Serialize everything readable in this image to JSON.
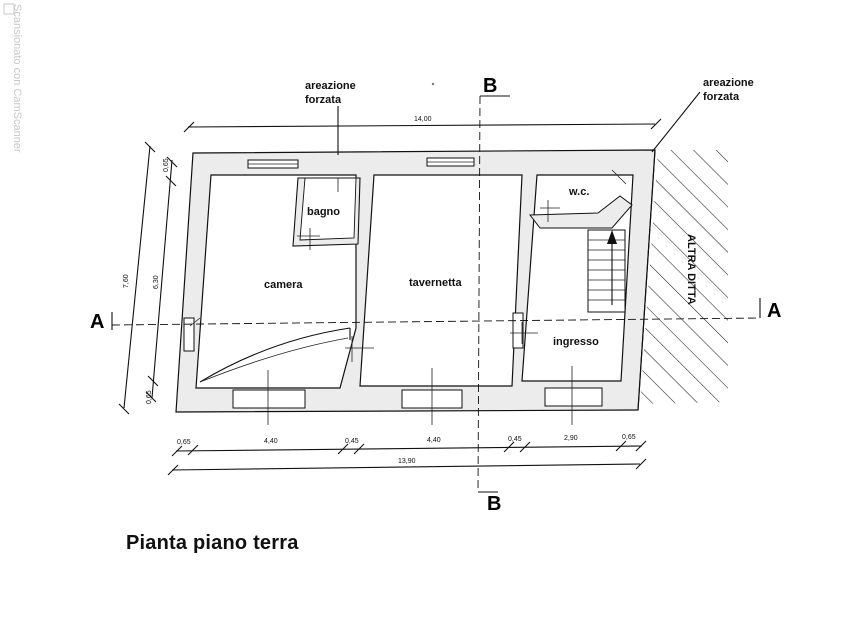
{
  "watermark": "Scansionato con CamScanner",
  "title": "Pianta piano terra",
  "rooms": {
    "camera": "camera",
    "bagno": "bagno",
    "tavernetta": "tavernetta",
    "wc": "w.c.",
    "ingresso": "ingresso",
    "altra_ditta": "ALTRA DITTA"
  },
  "ventilation": {
    "left_line1": "areazione",
    "left_line2": "forzata",
    "right_line1": "areazione",
    "right_line2": "forzata"
  },
  "sections": {
    "a_left": "A",
    "a_right": "A",
    "b_top": "B",
    "b_bottom": "B"
  },
  "dimensions": {
    "top_total": "14,00",
    "bottom_total": "13,90",
    "bottom_parts": [
      "0,65",
      "4,40",
      "0,45",
      "4,40",
      "0,45",
      "2,90",
      "0,65"
    ],
    "left_total": "7,60",
    "left_inner": "6,30",
    "left_top_wall": "0,65",
    "left_bottom_wall": "0,65"
  }
}
